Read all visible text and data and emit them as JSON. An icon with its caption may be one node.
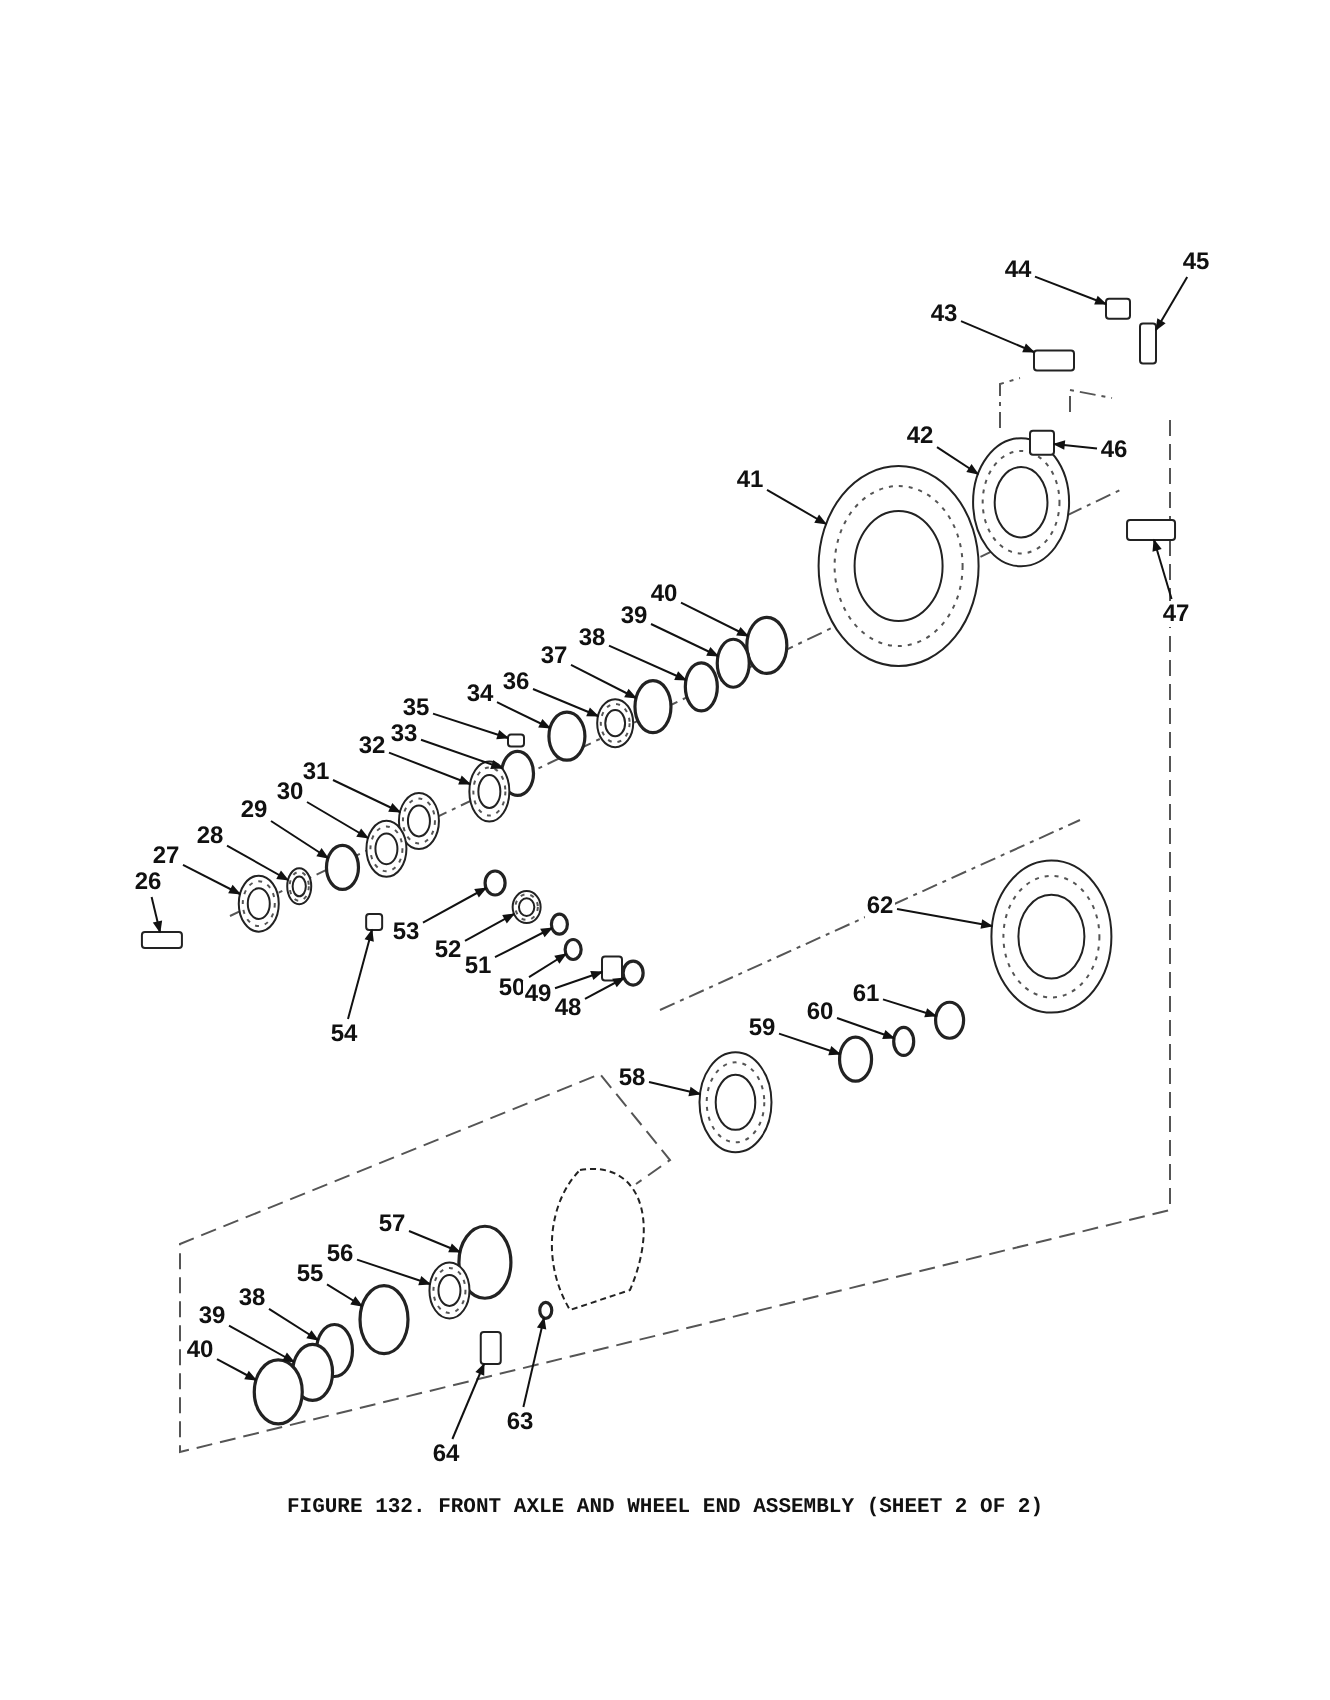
{
  "diagram": {
    "caption": "FIGURE 132. FRONT AXLE AND WHEEL END ASSEMBLY (SHEET 2 OF 2)",
    "nodes": [
      {
        "text": [
          "44"
        ]
      },
      {
        "text": [
          "45"
        ]
      },
      {
        "text": [
          "43"
        ]
      },
      {
        "text": [
          "42"
        ]
      },
      {
        "text": [
          "46"
        ]
      },
      {
        "text": [
          "41"
        ]
      },
      {
        "text": [
          "47"
        ]
      },
      {
        "text": [
          "40"
        ]
      },
      {
        "text": [
          "39"
        ]
      },
      {
        "text": [
          "38"
        ]
      },
      {
        "text": [
          "37"
        ]
      },
      {
        "text": [
          "36"
        ]
      },
      {
        "text": [
          "34"
        ]
      },
      {
        "text": [
          "35"
        ]
      },
      {
        "text": [
          "33"
        ]
      },
      {
        "text": [
          "32"
        ]
      },
      {
        "text": [
          "31"
        ]
      },
      {
        "text": [
          "30"
        ]
      },
      {
        "text": [
          "29"
        ]
      },
      {
        "text": [
          "28"
        ]
      },
      {
        "text": [
          "27"
        ]
      },
      {
        "text": [
          "26"
        ]
      },
      {
        "text": [
          "54"
        ]
      },
      {
        "text": [
          "53"
        ]
      },
      {
        "text": [
          "52"
        ]
      },
      {
        "text": [
          "51"
        ]
      },
      {
        "text": [
          "50"
        ]
      },
      {
        "text": [
          "49"
        ]
      },
      {
        "text": [
          "48"
        ]
      },
      {
        "text": [
          "62"
        ]
      },
      {
        "text": [
          "61"
        ]
      },
      {
        "text": [
          "60"
        ]
      },
      {
        "text": [
          "59"
        ]
      },
      {
        "text": [
          "58"
        ]
      },
      {
        "text": [
          "57"
        ]
      },
      {
        "text": [
          "56"
        ]
      },
      {
        "text": [
          "55"
        ]
      },
      {
        "text": [
          "38"
        ]
      },
      {
        "text": [
          "39"
        ]
      },
      {
        "text": [
          "40"
        ]
      },
      {
        "text": [
          "64"
        ]
      },
      {
        "text": [
          "63"
        ]
      },
      {
        "text": [],
        "shape": "box"
      },
      {
        "text": [],
        "shape": "box"
      },
      {
        "text": [],
        "shape": "box"
      },
      {
        "text": [],
        "shape": "picture"
      },
      {
        "text": [],
        "shape": "box"
      },
      {
        "text": [],
        "shape": "picture"
      },
      {
        "text": [],
        "shape": "box"
      },
      {
        "text": [],
        "shape": "circle"
      },
      {
        "text": [],
        "shape": "circle"
      },
      {
        "text": [],
        "shape": "circle"
      },
      {
        "text": [],
        "shape": "circle"
      },
      {
        "text": [],
        "shape": "picture"
      },
      {
        "text": [],
        "shape": "circle"
      },
      {
        "text": [],
        "shape": "box"
      },
      {
        "text": [],
        "shape": "circle"
      },
      {
        "text": [],
        "shape": "picture"
      },
      {
        "text": [],
        "shape": "picture"
      },
      {
        "text": [],
        "shape": "picture"
      },
      {
        "text": [],
        "shape": "circle"
      },
      {
        "text": [],
        "shape": "picture"
      },
      {
        "text": [],
        "shape": "picture"
      },
      {
        "text": [],
        "shape": "box"
      },
      {
        "text": [],
        "shape": "box"
      },
      {
        "text": [],
        "shape": "circle"
      },
      {
        "text": [],
        "shape": "picture"
      },
      {
        "text": [],
        "shape": "circle"
      },
      {
        "text": [],
        "shape": "circle"
      },
      {
        "text": [],
        "shape": "box"
      },
      {
        "text": [],
        "shape": "circle"
      },
      {
        "text": [],
        "shape": "picture"
      },
      {
        "text": [],
        "shape": "circle"
      },
      {
        "text": [],
        "shape": "circle"
      },
      {
        "text": [],
        "shape": "circle"
      },
      {
        "text": [],
        "shape": "picture"
      },
      {
        "text": [],
        "shape": "circle"
      },
      {
        "text": [],
        "shape": "picture"
      },
      {
        "text": [],
        "shape": "circle"
      },
      {
        "text": [],
        "shape": "circle"
      },
      {
        "text": [],
        "shape": "circle"
      },
      {
        "text": [],
        "shape": "circle"
      },
      {
        "text": [],
        "shape": "box"
      },
      {
        "text": [],
        "shape": "circle"
      }
    ],
    "edges": [
      {
        "from": 0,
        "to": 42,
        "arrow": "to"
      },
      {
        "from": 1,
        "to": 43,
        "arrow": "to"
      },
      {
        "from": 2,
        "to": 44,
        "arrow": "to"
      },
      {
        "from": 3,
        "to": 45,
        "arrow": "to"
      },
      {
        "from": 4,
        "to": 46,
        "arrow": "to"
      },
      {
        "from": 5,
        "to": 47,
        "arrow": "to"
      },
      {
        "from": 6,
        "to": 48,
        "arrow": "to"
      },
      {
        "from": 7,
        "to": 49,
        "arrow": "to"
      },
      {
        "from": 8,
        "to": 50,
        "arrow": "to"
      },
      {
        "from": 9,
        "to": 51,
        "arrow": "to"
      },
      {
        "from": 10,
        "to": 52,
        "arrow": "to"
      },
      {
        "from": 11,
        "to": 53,
        "arrow": "to"
      },
      {
        "from": 12,
        "to": 54,
        "arrow": "to"
      },
      {
        "from": 13,
        "to": 55,
        "arrow": "to"
      },
      {
        "from": 14,
        "to": 56,
        "arrow": "to"
      },
      {
        "from": 15,
        "to": 57,
        "arrow": "to"
      },
      {
        "from": 16,
        "to": 58,
        "arrow": "to"
      },
      {
        "from": 17,
        "to": 59,
        "arrow": "to"
      },
      {
        "from": 18,
        "to": 60,
        "arrow": "to"
      },
      {
        "from": 19,
        "to": 61,
        "arrow": "to"
      },
      {
        "from": 20,
        "to": 62,
        "arrow": "to"
      },
      {
        "from": 21,
        "to": 63,
        "arrow": "to"
      },
      {
        "from": 22,
        "to": 64,
        "arrow": "to"
      },
      {
        "from": 23,
        "to": 65,
        "arrow": "to"
      },
      {
        "from": 24,
        "to": 66,
        "arrow": "to"
      },
      {
        "from": 25,
        "to": 67,
        "arrow": "to"
      },
      {
        "from": 26,
        "to": 68,
        "arrow": "to"
      },
      {
        "from": 27,
        "to": 69,
        "arrow": "to"
      },
      {
        "from": 28,
        "to": 70,
        "arrow": "to"
      },
      {
        "from": 29,
        "to": 71,
        "arrow": "to"
      },
      {
        "from": 30,
        "to": 72,
        "arrow": "to"
      },
      {
        "from": 31,
        "to": 73,
        "arrow": "to"
      },
      {
        "from": 32,
        "to": 74,
        "arrow": "to"
      },
      {
        "from": 33,
        "to": 75,
        "arrow": "to"
      },
      {
        "from": 34,
        "to": 76,
        "arrow": "to"
      },
      {
        "from": 35,
        "to": 77,
        "arrow": "to"
      },
      {
        "from": 36,
        "to": 78,
        "arrow": "to"
      },
      {
        "from": 37,
        "to": 79,
        "arrow": "to"
      },
      {
        "from": 38,
        "to": 80,
        "arrow": "to"
      },
      {
        "from": 39,
        "to": 81,
        "arrow": "to"
      },
      {
        "from": 40,
        "to": 82,
        "arrow": "to"
      },
      {
        "from": 41,
        "to": 83,
        "arrow": "to"
      }
    ]
  }
}
